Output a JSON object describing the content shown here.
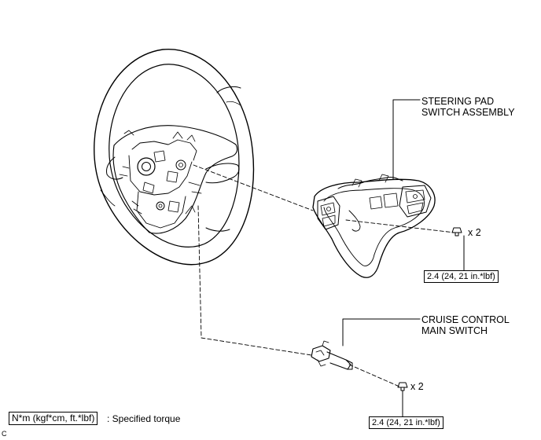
{
  "labels": {
    "steering_pad_switch_line1": "STEERING PAD",
    "steering_pad_switch_line2": "SWITCH ASSEMBLY",
    "cruise_control_line1": "CRUISE CONTROL",
    "cruise_control_line2": "MAIN SWITCH",
    "qty_screws_upper": "x 2",
    "qty_screws_lower": "x 2"
  },
  "torque": {
    "upper": "2.4 (24, 21 in.*lbf)",
    "lower": "2.4 (24, 21 in.*lbf)"
  },
  "legend": {
    "unit_box": "N*m (kgf*cm, ft.*lbf)",
    "description": ": Specified torque"
  },
  "corner_code": "C"
}
